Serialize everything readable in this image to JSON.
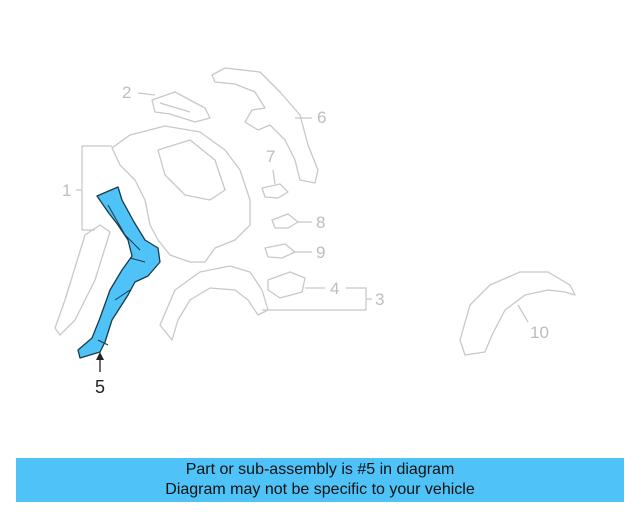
{
  "diagram": {
    "callouts": {
      "c1": "1",
      "c2": "2",
      "c3": "3",
      "c4": "4",
      "c5": "5",
      "c6": "6",
      "c7": "7",
      "c8": "8",
      "c9": "9",
      "c10": "10"
    },
    "highlighted_part": "5",
    "colors": {
      "highlight_fill": "#4fc3f7",
      "highlight_stroke": "#1a3a4a",
      "ghost_stroke": "#c8c8c8",
      "callout_text": "#bdbdbd"
    }
  },
  "banner": {
    "line1": "Part or sub-assembly is #5 in diagram",
    "line2": "Diagram may not be specific to your vehicle",
    "color": "#4fc3f7"
  }
}
